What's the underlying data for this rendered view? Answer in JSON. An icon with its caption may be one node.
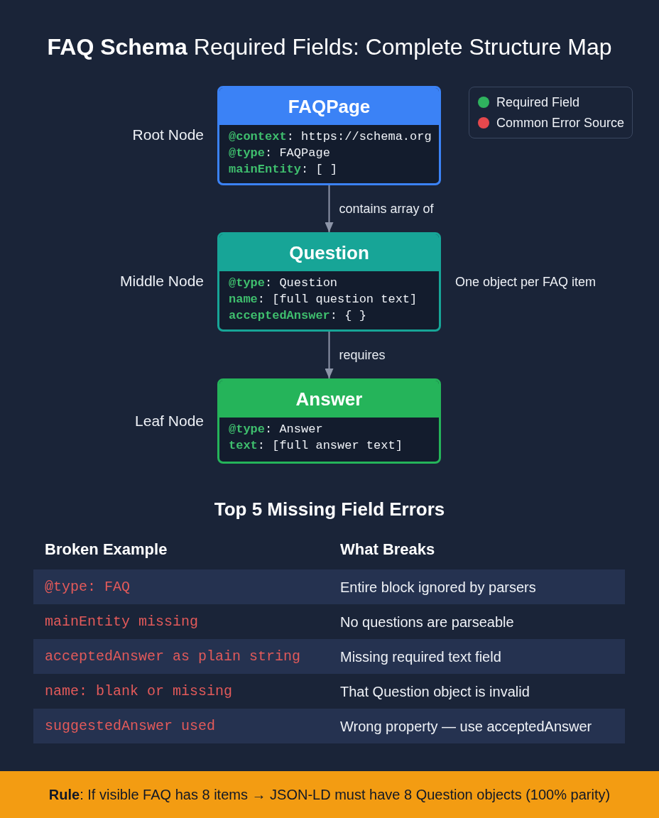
{
  "diagram": {
    "title": "**FAQ Schema** Required Fields: Complete Structure Map",
    "nodes": [
      {
        "text": [
          "FAQPage",
          "**@context**: https://schema.org",
          "**@type**: FAQPage",
          "**mainEntity**: [ ]"
        ],
        "beside": [
          "Root Node"
        ]
      },
      {
        "text": [
          "Question",
          "**@type**: Question",
          "**name**: [full question text]",
          "**acceptedAnswer**: { }"
        ],
        "beside": [
          "Middle Node",
          "One object per FAQ item"
        ]
      },
      {
        "text": [
          "Answer",
          "**@type**: Answer",
          "**text**: [full answer text]"
        ],
        "beside": [
          "Leaf Node"
        ]
      }
    ],
    "edges": [
      {
        "from": 0,
        "to": 1,
        "arrow": "to",
        "label": "contains array of"
      },
      {
        "from": 1,
        "to": 2,
        "arrow": "to",
        "label": "requires"
      }
    ],
    "labels": [
      "Top 5 Missing Field Errors",
      "Broken Example",
      "What Breaks",
      "@type: FAQ",
      "Entire block ignored by parsers",
      "mainEntity missing",
      "No questions are parseable",
      "acceptedAnswer as plain string",
      "Missing required text field",
      "name: blank or missing",
      "That Question object is invalid",
      "suggestedAnswer used",
      "Wrong property — use acceptedAnswer",
      "**Rule**: If visible FAQ has 8 items → JSON-LD must have 8 Question objects (100% parity)"
    ],
    "legend": [
      {
        "text": "Required Field",
        "color": "#2fb35e"
      },
      {
        "text": "Common Error Source",
        "color": "#e5484d"
      }
    ]
  }
}
